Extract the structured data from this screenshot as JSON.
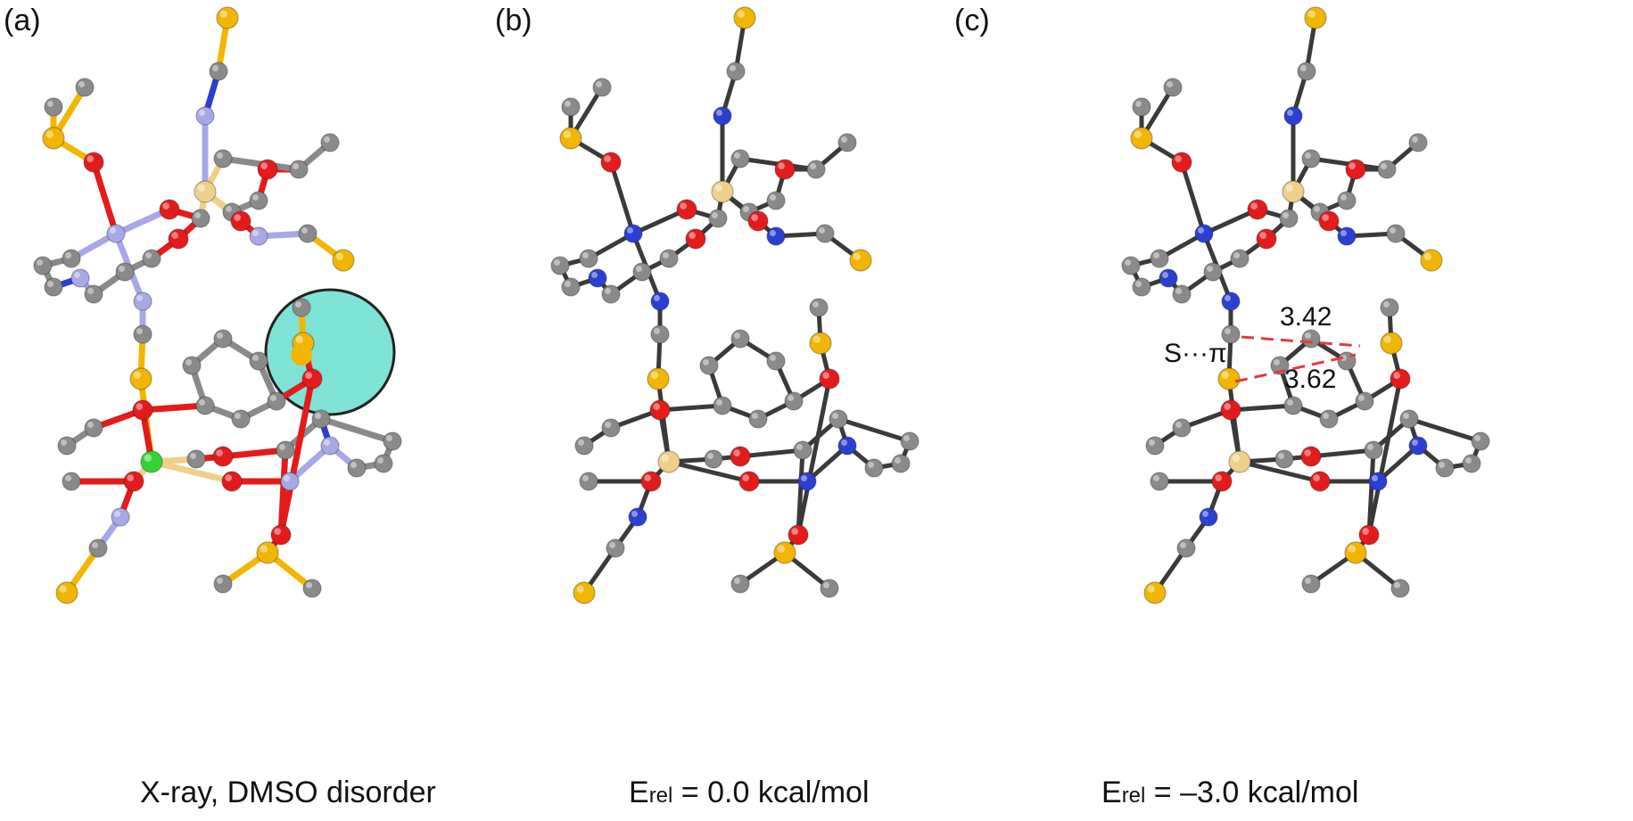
{
  "colors": {
    "carbon": "#8a8a8a",
    "oxygen": "#e31b1b",
    "nitrogen": "#2b3fd0",
    "nitrogen_disordered": "#a8a8e8",
    "sulfur": "#f2b600",
    "metal_green": "#34d334",
    "metal_tan": "#f0cf8a",
    "bond_dark": "#3a3a3a",
    "disorder_highlight": "#7ee3d6",
    "contact_line": "#e33a3a"
  },
  "panels": [
    {
      "label": "(a)",
      "caption": "X-ray, DMSO disorder",
      "style": "xray"
    },
    {
      "label": "(b)",
      "caption_prefix": "E",
      "caption_sub": "rel",
      "caption_suffix": " = 0.0 kcal/mol",
      "style": "calc"
    },
    {
      "label": "(c)",
      "caption_prefix": "E",
      "caption_sub": "rel",
      "caption_suffix": " = –3.0 kcal/mol",
      "style": "calc"
    }
  ],
  "annotations": {
    "contact_label": "S···π",
    "distance_1": "3.42",
    "distance_2": "3.62"
  }
}
